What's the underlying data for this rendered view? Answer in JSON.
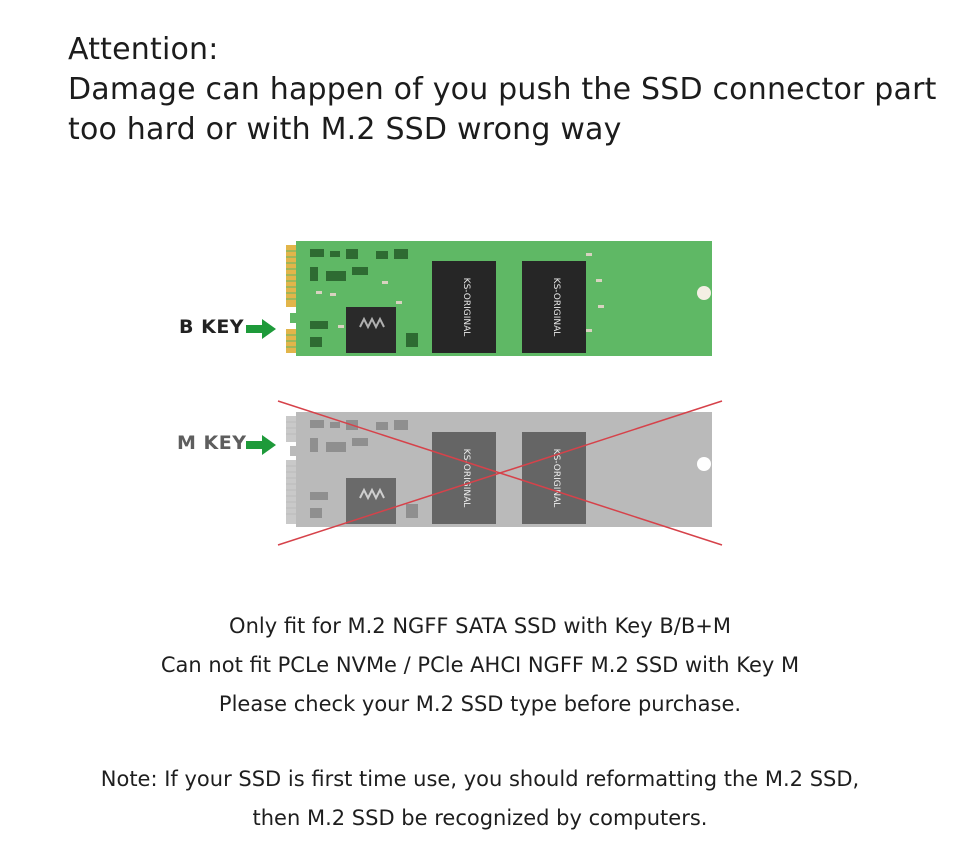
{
  "headline": {
    "line1": "Attention:",
    "line2": "Damage can happen of you push the SSD connector part",
    "line3": "too hard or with M.2 SSD wrong way"
  },
  "keys": {
    "b_key_label": "B KEY",
    "m_key_label": "M KEY"
  },
  "ssd_chip_text": {
    "chip_left": "KS-ORIGINAL",
    "chip_right": "KS-ORIGINAL"
  },
  "info": {
    "line1": "Only fit for M.2 NGFF SATA SSD with Key B/B+M",
    "line2": "Can not fit PCLe NVMe / PCle AHCI NGFF M.2 SSD with Key M",
    "line3": "Please check your M.2 SSD type before purchase."
  },
  "note": {
    "line1": "Note: If your SSD is first time use, you should reformatting the M.2 SSD,",
    "line2": "then M.2 SSD be recognized by computers."
  },
  "colors": {
    "pcb_green": "#5fb865",
    "arrow_green": "#1e9a3a",
    "cross_red": "#d6424a",
    "pcb_gray": "#b9b9b9"
  }
}
